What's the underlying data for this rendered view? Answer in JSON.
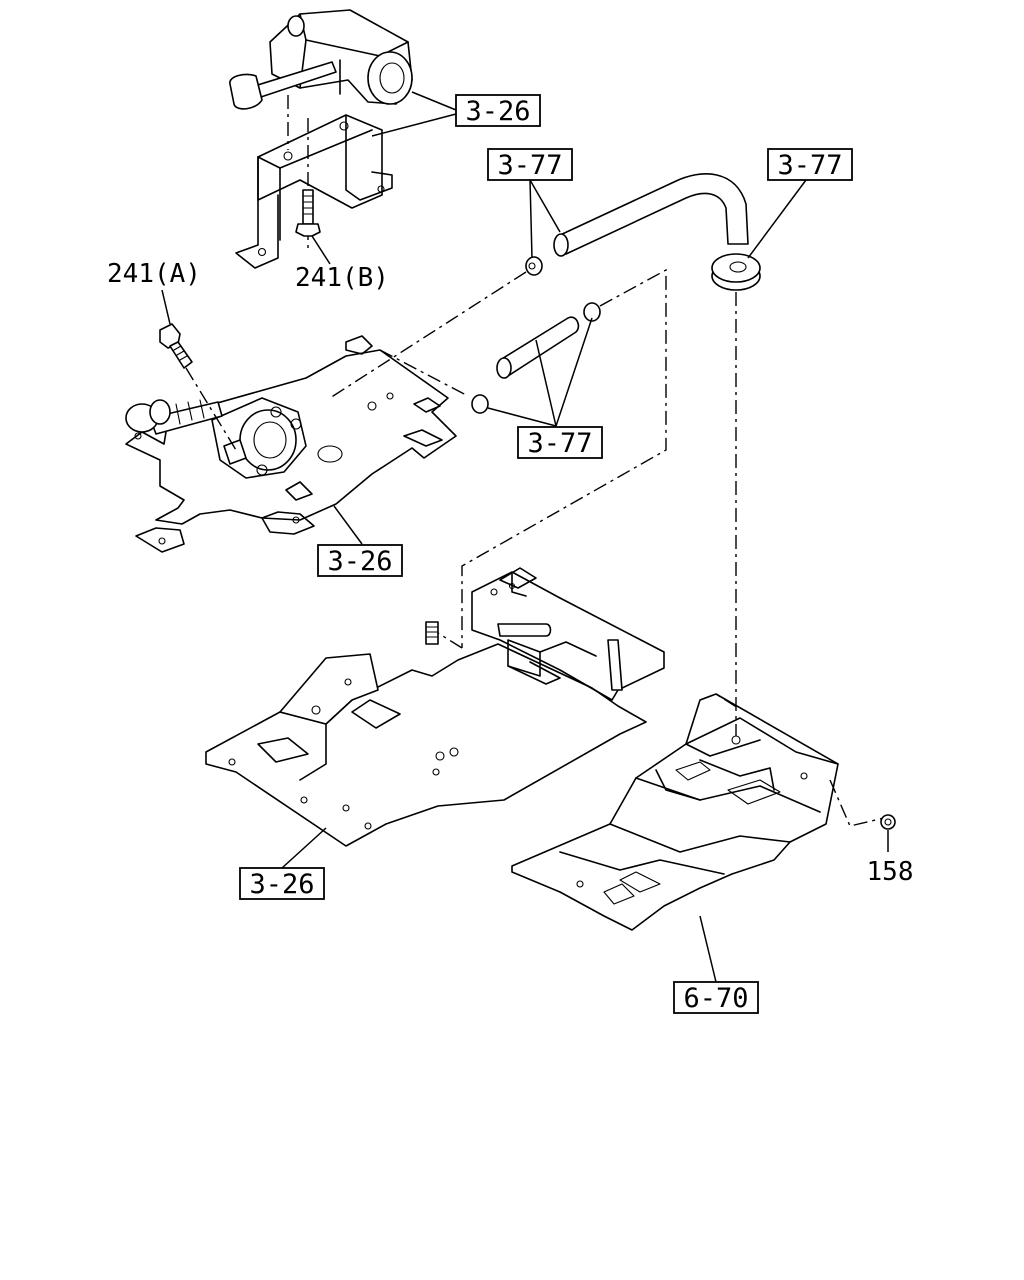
{
  "callouts": {
    "ref_3_26_top": "3-26",
    "ref_3_77_pipe": "3-77",
    "ref_3_77_right": "3-77",
    "ref_3_77_mid": "3-77",
    "ref_3_26_mid": "3-26",
    "ref_3_26_bottom": "3-26",
    "ref_6_70": "6-70"
  },
  "part_numbers": {
    "p241a": "241(A)",
    "p241b": "241(B)",
    "p158": "158"
  }
}
